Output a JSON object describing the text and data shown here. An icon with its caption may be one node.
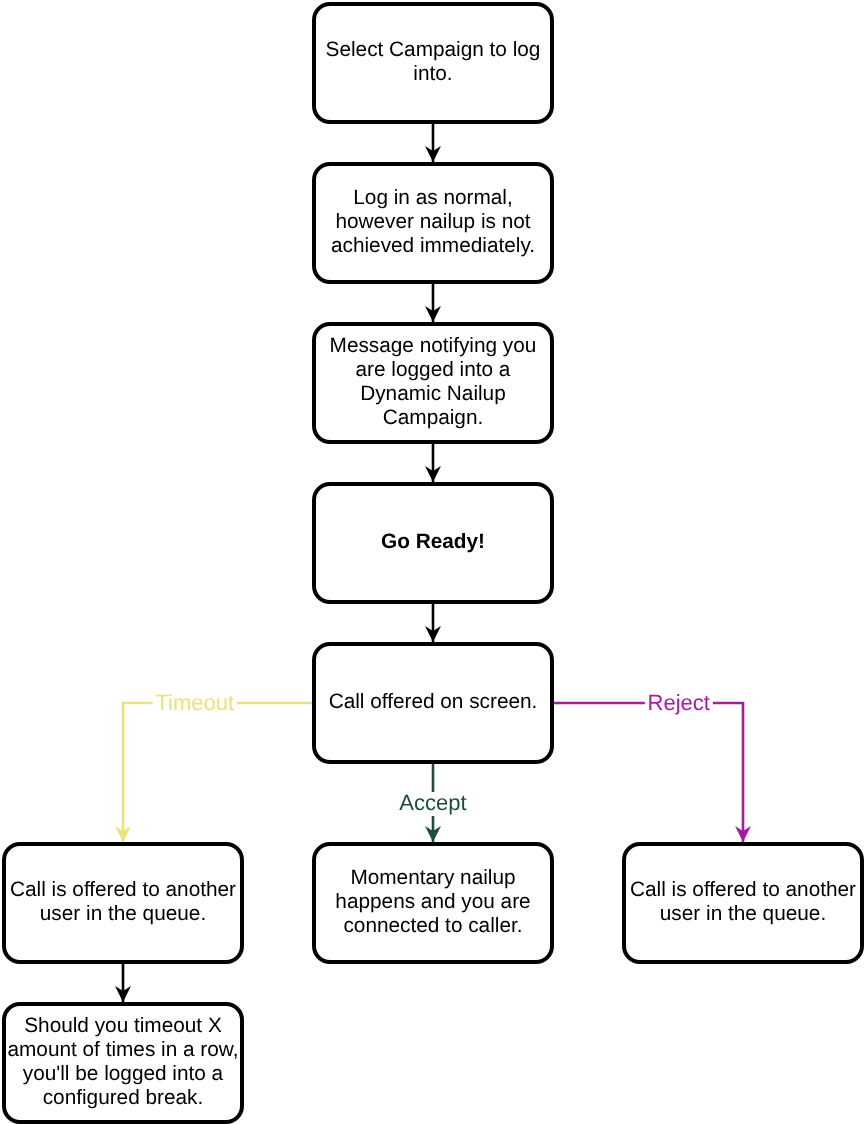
{
  "diagram": {
    "nodes": [
      {
        "text": [
          "Select Campaign to log into."
        ]
      },
      {
        "text": [
          "Log in as normal, however nailup is not achieved immediately."
        ]
      },
      {
        "text": [
          "Message notifying you are logged into a Dynamic Nailup Campaign."
        ]
      },
      {
        "text": [
          "Go Ready!"
        ]
      },
      {
        "text": [
          "Call offered on screen."
        ]
      },
      {
        "text": [
          "Call is offered to another user in the queue."
        ]
      },
      {
        "text": [
          "Momentary nailup happens and you are connected to caller."
        ]
      },
      {
        "text": [
          "Call is offered to another user in the queue."
        ]
      },
      {
        "text": [
          "Should you timeout X amount of times in a row, you'll be logged into a configured break."
        ]
      }
    ],
    "edges": [
      {
        "from": 0,
        "to": 1,
        "arrow": "to"
      },
      {
        "from": 1,
        "to": 2,
        "arrow": "to"
      },
      {
        "from": 2,
        "to": 3,
        "arrow": "to"
      },
      {
        "from": 3,
        "to": 4,
        "arrow": "to"
      },
      {
        "from": 4,
        "to": 5,
        "arrow": "to",
        "label": "Timeout",
        "color": "#e8e47a"
      },
      {
        "from": 4,
        "to": 6,
        "arrow": "to",
        "label": "Accept",
        "color": "#1f4d3d"
      },
      {
        "from": 4,
        "to": 7,
        "arrow": "to",
        "label": "Reject",
        "color": "#a31ca3"
      },
      {
        "from": 5,
        "to": 8,
        "arrow": "to"
      }
    ]
  }
}
